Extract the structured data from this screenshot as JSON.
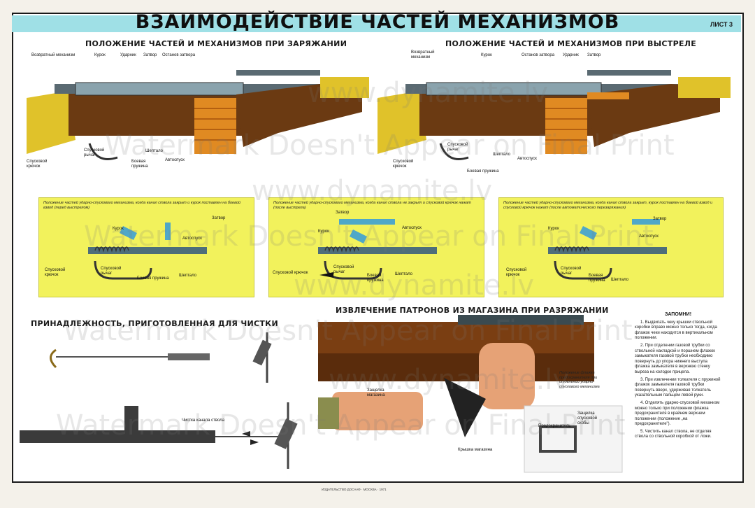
{
  "title": "ВЗАИМОДЕЙСТВИЕ ЧАСТЕЙ МЕХАНИЗМОВ",
  "sheet": "ЛИСТ 3",
  "top_left": {
    "heading": "ПОЛОЖЕНИЕ ЧАСТЕЙ И МЕХАНИЗМОВ ПРИ ЗАРЯЖАНИИ",
    "labels": {
      "vozvrat": "Возвратный механизм",
      "kurok": "Курок",
      "udarnik": "Ударник",
      "zatvor": "Затвор",
      "ostanov": "Останов затвора",
      "spusk_kryuchok": "Спусковой крючок",
      "spusk_rychag": "Спусковой рычаг",
      "boevaya": "Боевая пружина",
      "shepталo": "Шептало",
      "avtospusk": "Автоспуск"
    }
  },
  "top_right": {
    "heading": "ПОЛОЖЕНИЕ ЧАСТЕЙ И МЕХАНИЗМОВ ПРИ ВЫСТРЕЛЕ",
    "labels": {
      "vozvrat": "Возвратный механизм",
      "kurok": "Курок",
      "ostanov": "Останов затвора",
      "udarnik": "Ударник",
      "zatvor": "Затвор",
      "spusk_rychag": "Спусковой рычаг",
      "spusk_kryuchok": "Спусковой крючок",
      "sheptalo": "Шептало",
      "avtospusk": "Автоспуск",
      "boevaya": "Боевая пружина"
    }
  },
  "panels": [
    {
      "caption": "Положение частей ударно-спускового механизма, когда канал ствола закрыт и курок поставлен на боевой взвод (перед выстрелом)",
      "zatvor": "Затвор",
      "kurok": "Курок",
      "avtospusk": "Автоспуск",
      "kryuchok": "Спусковой крючок",
      "rychag": "Спусковой рычаг",
      "pruzhina": "Боевая пружина",
      "sheptalo": "Шептало"
    },
    {
      "caption": "Положение частей ударно-спускового механизма, когда канал ствола не закрыт и спусковой крючок нажат (после выстрела)",
      "zatvor": "Затвор",
      "kurok": "Курок",
      "avtospusk": "Автоспуск",
      "kryuchok": "Спусковой крючок",
      "rychag": "Спусковой рычаг",
      "pruzhina": "Боевая пружина",
      "sheptalo": "Шептало"
    },
    {
      "caption": "Положение частей ударно-спускового механизма, когда канал ствола закрыт, курок поставлен на боевой взвод и спусковой крючок нажат (после автоматического перезаряжания)",
      "zatvor": "Затвор",
      "kurok": "Курок",
      "avtospusk": "Автоспуск",
      "kryuchok": "Спусковой крючок",
      "rychag": "Спусковой рычаг",
      "pruzhina": "Боевая пружина",
      "sheptalo": "Шептало"
    }
  ],
  "cleaning": {
    "heading": "ПРИНАДЛЕЖНОСТЬ, ПРИГОТОВЛЕННАЯ ДЛЯ ЧИСТКИ",
    "bore": "Чистка канала ствола"
  },
  "unload": {
    "heading": "ИЗВЛЕЧЕНИЕ ПАТРОНОВ ИЗ МАГАЗИНА ПРИ РАЗРЯЖАНИИ",
    "zashelka": "Защелка магазина",
    "kryshka": "Крышка магазина",
    "flag_caption": "Положение флажка предохранителя при отделении ударно-спускового механизма",
    "predohranitel": "Предохранитель",
    "zashelka_skoby": "Защелка спусковой скобы"
  },
  "memo": {
    "title": "ЗАПОМНИ!",
    "items": [
      "1. Выдвигать чеку крышки ствольной коробки вправо можно только тогда, когда флажок чеки находится в вертикальном положении.",
      "2. При отделении газовой трубки со ствольной накладкой и поршнем флажок замыкателя газовой трубки необходимо повернуть до упора нижнего выступа флажка замыкателя в верхнюю стенку выреза на колодке прицела.",
      "3. При извлечении толкателя с пружиной флажок замыкателя газовой трубки повернуть вверх, удерживая толкатель указательным пальцем левой руки.",
      "4. Отделять ударно-спусковой механизм можно только при положении флажка предохранителя в крайнем верхнем положении (положение „на предохранителе\").",
      "5. Чистить канал ствола, не отделяя ствола со ствольной коробкой от ложи."
    ]
  },
  "footer": {
    "publisher": "ИЗДАТЕЛЬСТВО ДОСААФ · МОСКВА · 1971"
  },
  "watermarks": [
    "www.dynamite.lv",
    "Watermark Doesn't Appear on Final Print"
  ],
  "colors": {
    "band": "#9fe0e6",
    "panel": "#f2f25c",
    "wood": "#6b3a12",
    "steel": "#5a6a72",
    "yellow_wood": "#e0c22a",
    "brass": "#e08a22"
  }
}
